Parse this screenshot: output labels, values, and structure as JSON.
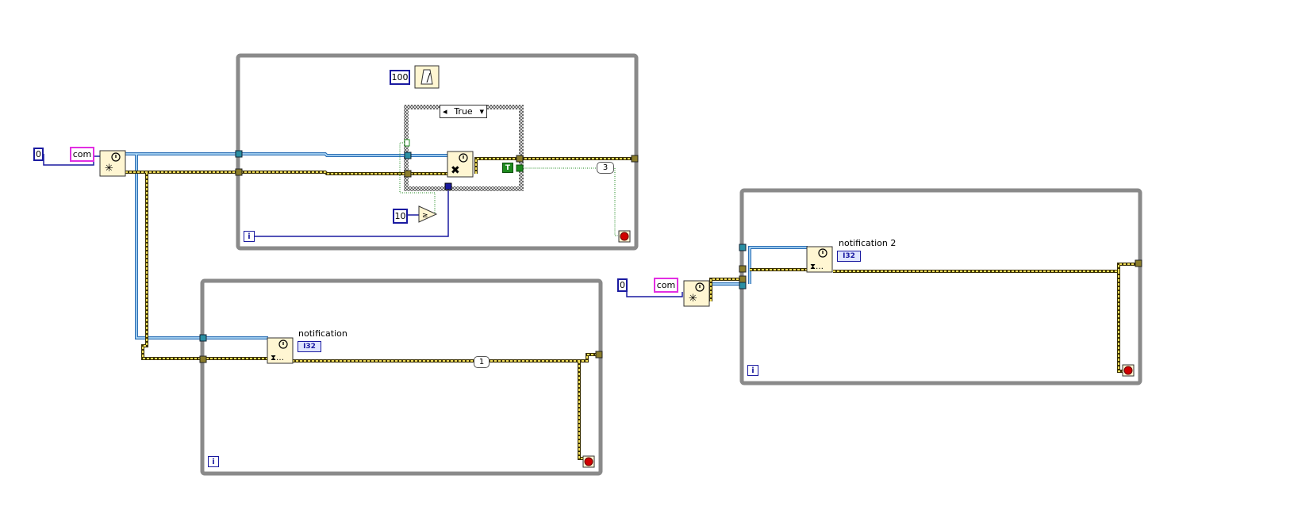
{
  "colors": {
    "loop_border": "#8a8a8a",
    "ref_wire": "#4a8fd0",
    "error_wire": "#d8c23a",
    "int_wire": "#1a1aa0",
    "bool_wire": "#1e8a1e",
    "node_fill": "#fff6d2",
    "string_border": "#e22ee2"
  },
  "left": {
    "zero_const": "0",
    "com_const": "com",
    "wait_ms_const": "100",
    "case_selector": "True",
    "true_const": "T",
    "wire_label_3": "3",
    "compare_const": "10",
    "top_loop_iter": "i"
  },
  "bottom_loop": {
    "indicator_label": "notification",
    "indicator_type": "I32",
    "wire_label_1": "1",
    "iter": "i"
  },
  "right": {
    "zero_const": "0",
    "com_const": "com",
    "indicator_label": "notification 2",
    "indicator_type": "I32",
    "iter": "i"
  },
  "icons": [
    "obtain-notifier-icon",
    "wait-on-notification-icon",
    "send-notification-icon",
    "release-notifier-icon",
    "wait-ms-icon",
    "compare-icon",
    "stop-condition-icon",
    "iteration-terminal-icon"
  ]
}
